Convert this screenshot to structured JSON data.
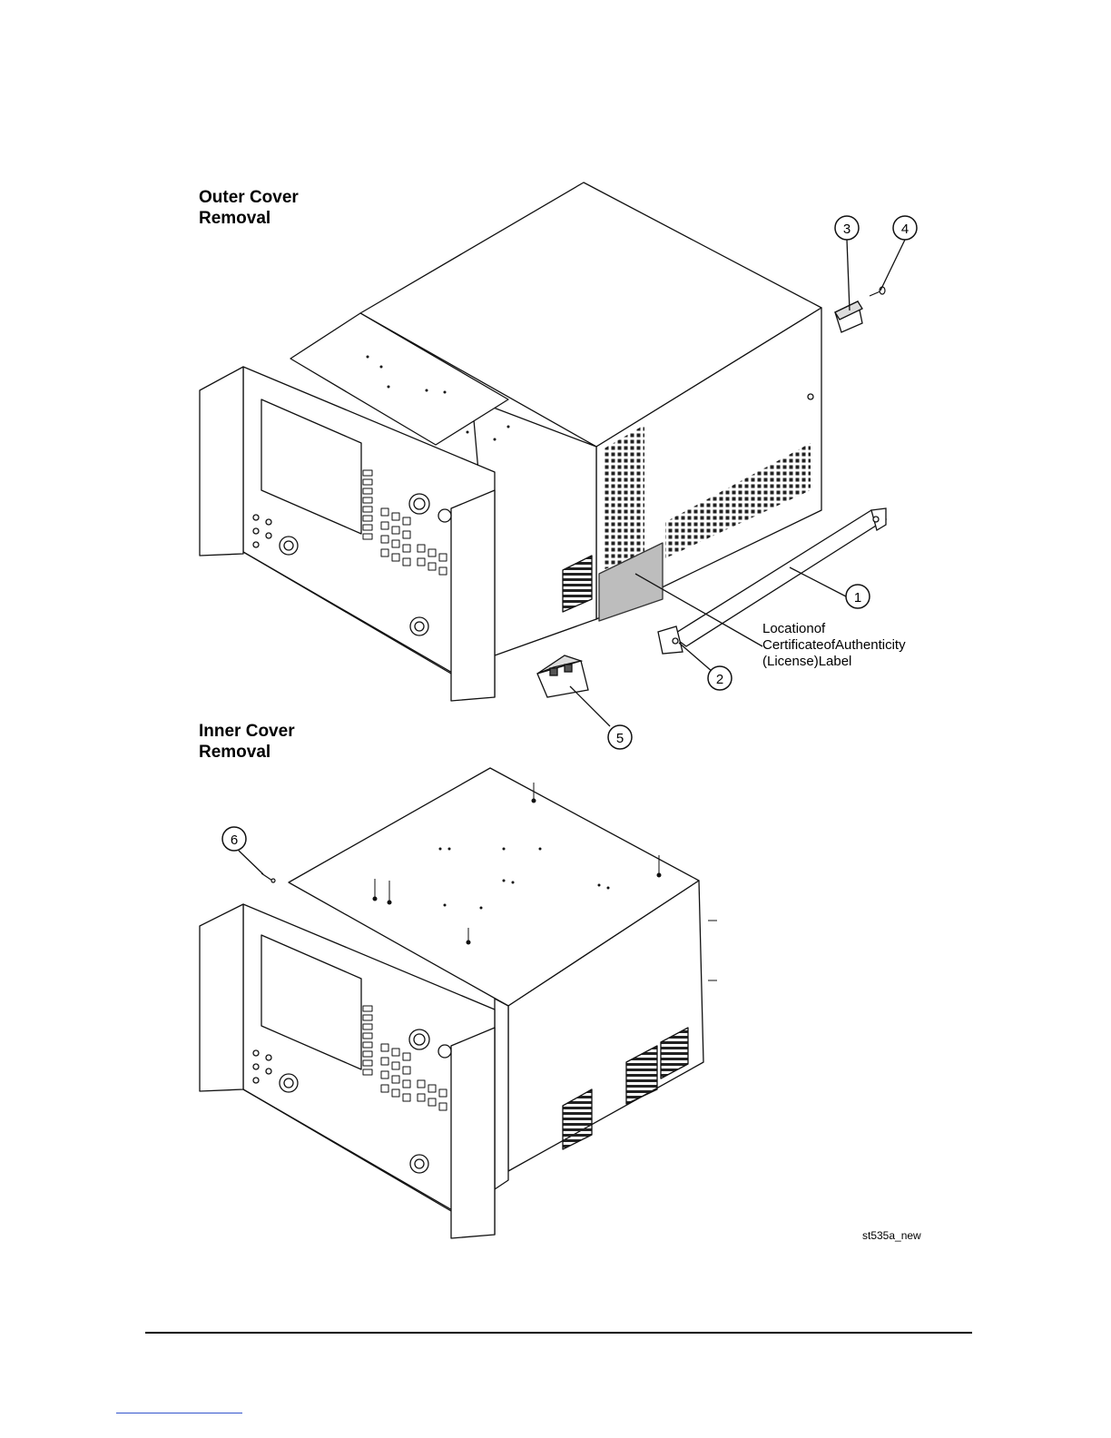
{
  "outer_section": {
    "title_line1": "Outer Cover",
    "title_line2": "Removal"
  },
  "inner_section": {
    "title_line1": "Inner Cover",
    "title_line2": "Removal"
  },
  "label_callout": {
    "line1": "Locationof",
    "line2": "CertificateofAuthenticity",
    "line3": "(License)Label"
  },
  "callouts": {
    "c1": "1",
    "c2": "2",
    "c3": "3",
    "c4": "4",
    "c5": "5",
    "c6": "6"
  },
  "figure_id": "st535a_new"
}
